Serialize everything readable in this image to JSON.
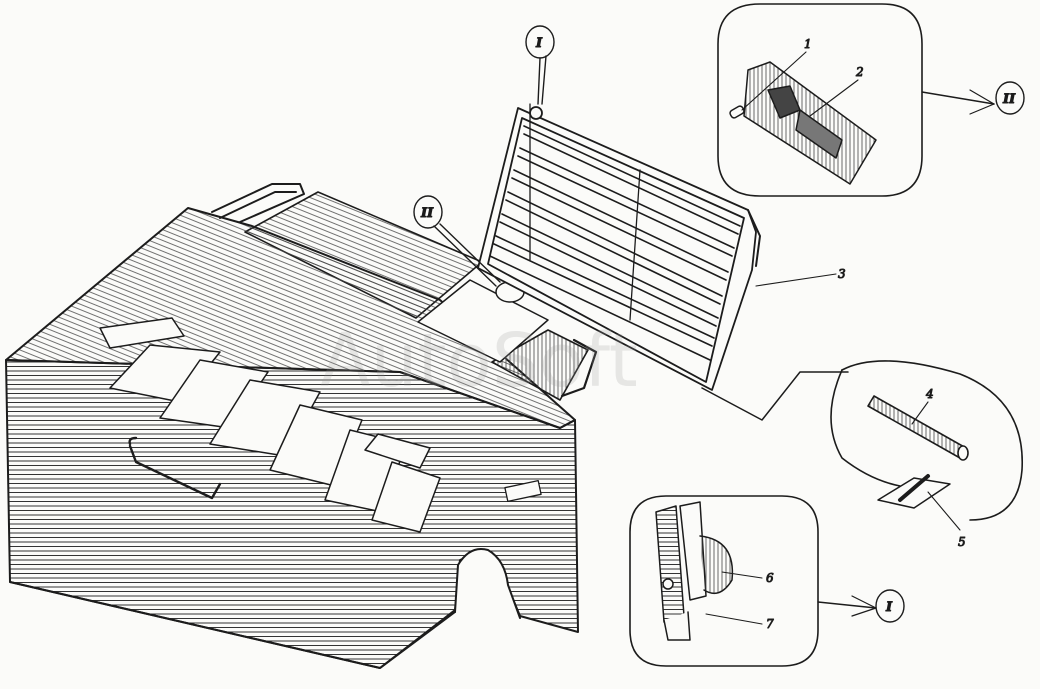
{
  "diagram": {
    "watermark": "AutoSoft",
    "callouts": [
      {
        "id": "c-1",
        "text": "1"
      },
      {
        "id": "c-2",
        "text": "2"
      },
      {
        "id": "c-3",
        "text": "3"
      },
      {
        "id": "c-4",
        "text": "4"
      },
      {
        "id": "c-5",
        "text": "5"
      },
      {
        "id": "c-6",
        "text": "6"
      },
      {
        "id": "c-7",
        "text": "7"
      }
    ],
    "views": [
      {
        "id": "view-I-top",
        "text": "I"
      },
      {
        "id": "view-II-mid",
        "text": "II"
      },
      {
        "id": "view-II-right",
        "text": "II"
      },
      {
        "id": "view-I-bottom",
        "text": "I"
      }
    ]
  }
}
